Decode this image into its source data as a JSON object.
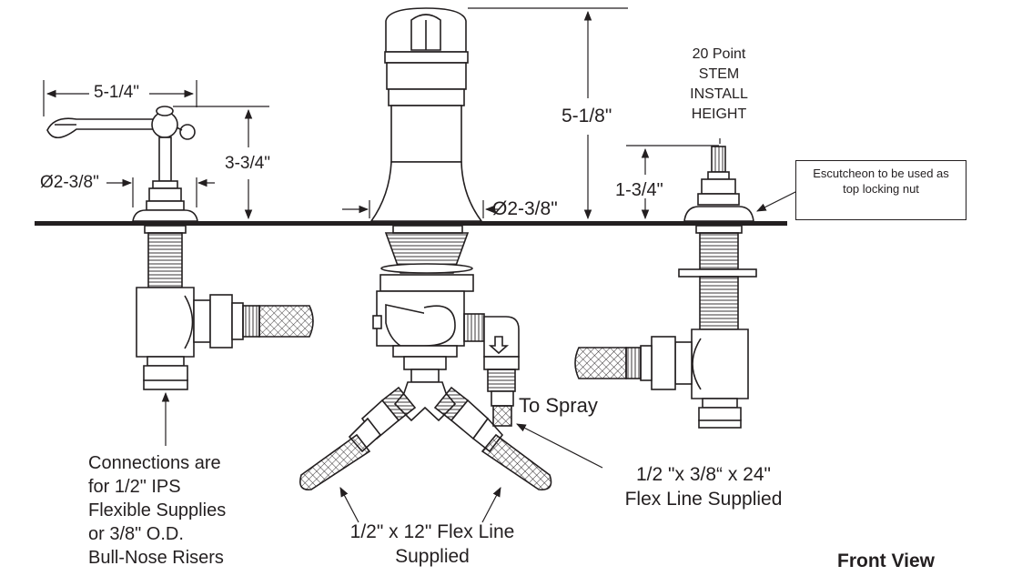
{
  "dimensions": {
    "left_handle_width": "5-1/4\"",
    "left_height": "3-3/4\"",
    "left_base_diameter": "Ø2-3/8\"",
    "spout_height": "5-1/8\"",
    "spout_base_diameter": "Ø2-3/8\"",
    "stem_install_height": "1-3/4\""
  },
  "labels": {
    "stem_note": [
      "20 Point",
      "STEM",
      "INSTALL",
      "HEIGHT"
    ],
    "escutcheon_note": [
      "Escutcheon to be used as",
      "top locking nut"
    ],
    "connections_note": [
      "Connections are",
      "for 1/2\" IPS",
      "Flexible Supplies",
      "or 3/8\" O.D.",
      "Bull-Nose Risers"
    ],
    "to_spray": "To Spray",
    "flex_line_12": [
      "1/2\" x 12\" Flex Line",
      "Supplied"
    ],
    "flex_line_24": [
      "1/2 \"x 3/8“ x 24\"",
      "Flex Line Supplied"
    ],
    "view_title": "Front View"
  }
}
